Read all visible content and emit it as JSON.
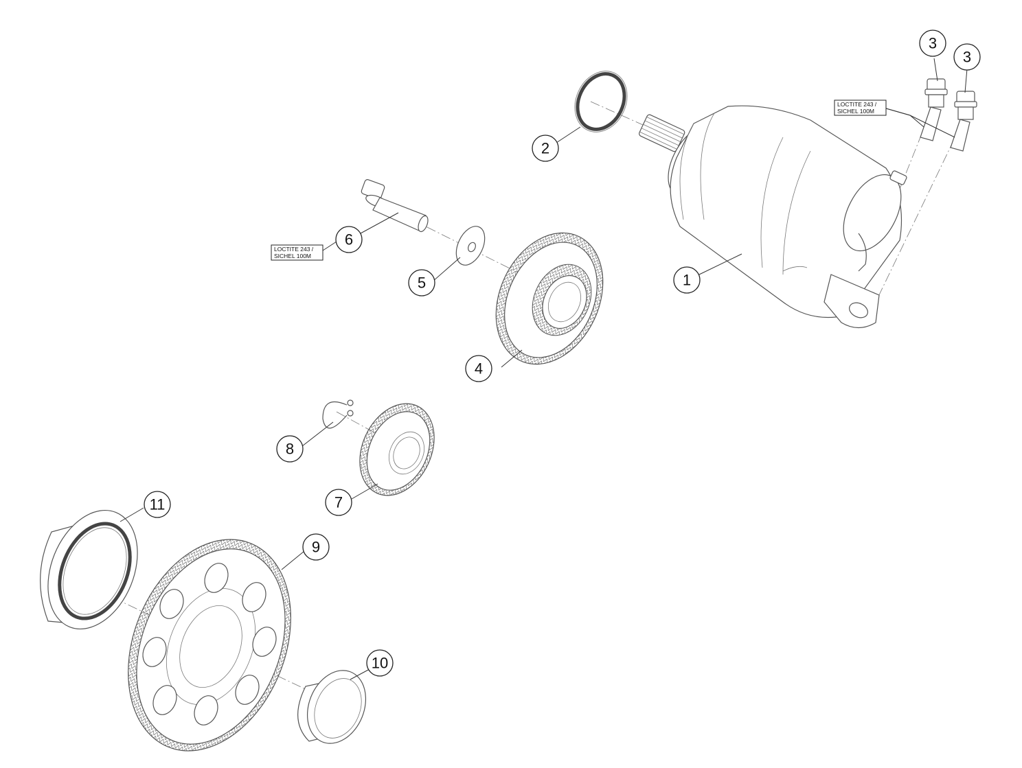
{
  "callouts": [
    {
      "id": "1",
      "label": "1"
    },
    {
      "id": "2",
      "label": "2"
    },
    {
      "id": "3a",
      "label": "3"
    },
    {
      "id": "3b",
      "label": "3"
    },
    {
      "id": "4",
      "label": "4"
    },
    {
      "id": "5",
      "label": "5"
    },
    {
      "id": "6",
      "label": "6"
    },
    {
      "id": "7",
      "label": "7"
    },
    {
      "id": "8",
      "label": "8"
    },
    {
      "id": "9",
      "label": "9"
    },
    {
      "id": "10",
      "label": "10"
    },
    {
      "id": "11",
      "label": "11"
    }
  ],
  "notes": {
    "top": {
      "line1": "LOCTITE 243 /",
      "line2": "SICHEL 100M"
    },
    "left": {
      "line1": "LOCTITE 243 /",
      "line2": "SICHEL 100M"
    }
  }
}
